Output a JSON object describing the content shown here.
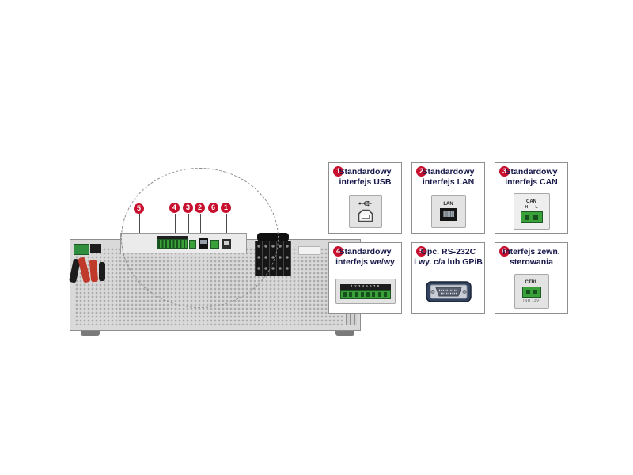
{
  "callouts": [
    {
      "num": "5"
    },
    {
      "num": "4"
    },
    {
      "num": "3"
    },
    {
      "num": "2"
    },
    {
      "num": "6"
    },
    {
      "num": "1"
    }
  ],
  "cards": [
    {
      "num": "1",
      "line1": "Standardowy",
      "line2": "interfejs USB",
      "icon": "usb-b-port"
    },
    {
      "num": "2",
      "line1": "Standardowy",
      "line2": "interfejs LAN",
      "port_label": "LAN",
      "icon": "rj45-port"
    },
    {
      "num": "3",
      "line1": "Standardowy",
      "line2": "interfejs CAN",
      "port_label": "CAN",
      "pin_labels": "H L",
      "icon": "can-terminal"
    },
    {
      "num": "4",
      "line1": "Standardowy",
      "line2": "interfejs we/wy",
      "pin_labels": "1 2 3 4 5 6 7 8",
      "icon": "io-terminal-8pin"
    },
    {
      "num": "5",
      "line1": "Opc. RS-232C",
      "line2": "i wy. c/a lub GPiB",
      "icon": "gpib-connector"
    },
    {
      "num": "6",
      "line1": "Interfejs zewn.",
      "line2": "sterowania",
      "port_label": "CTRL",
      "pin_labels": "INH 12V",
      "icon": "ctrl-terminal"
    }
  ],
  "colors": {
    "badge_red": "#c8102e",
    "label_text": "#18184a",
    "terminal_green": "#3aa13a",
    "panel_gray": "#d9d9d9"
  }
}
